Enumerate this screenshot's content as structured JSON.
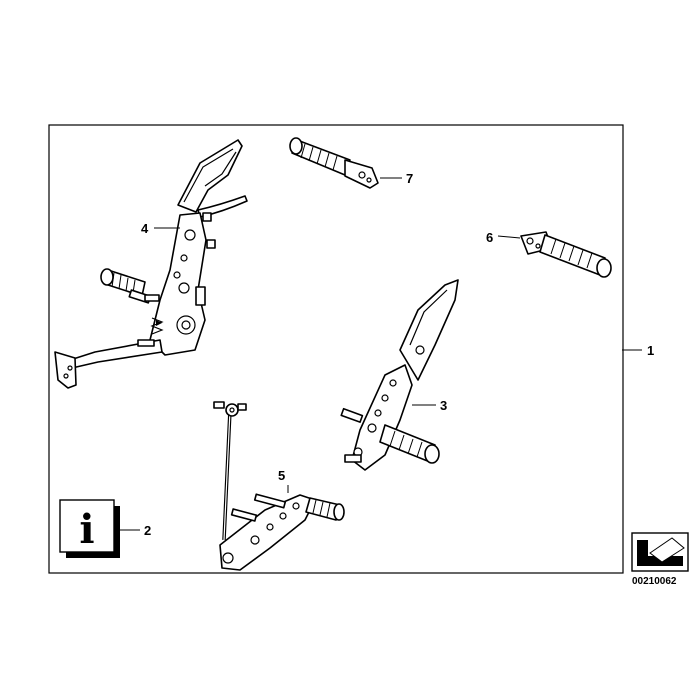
{
  "callouts": {
    "c1": "1",
    "c2": "2",
    "c3": "3",
    "c4": "4",
    "c5": "5",
    "c6": "6",
    "c7": "7"
  },
  "info_symbol": "i",
  "document_number": "00210062",
  "icons": {
    "info": "info-icon",
    "navigation": "arrow-corner-icon"
  }
}
